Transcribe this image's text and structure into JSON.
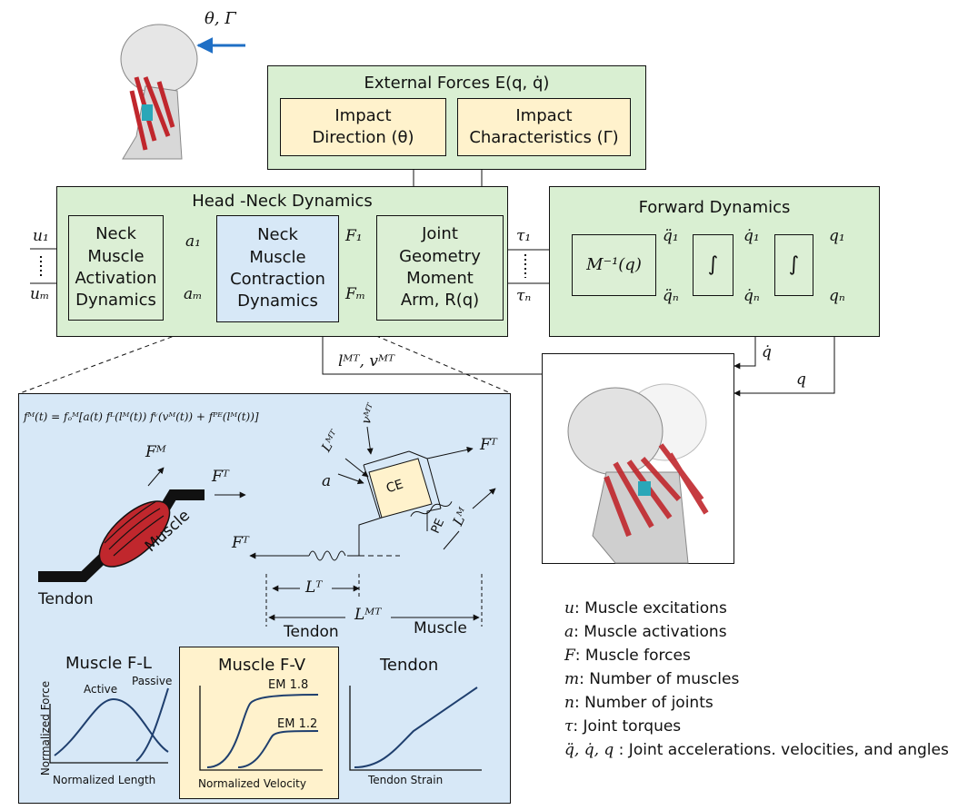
{
  "external_forces": {
    "title": "External Forces E(q, q̇)",
    "impact_direction": "Impact\nDirection (θ)",
    "impact_characteristics": "Impact\nCharacteristics (Γ)"
  },
  "head_neck": {
    "title": "Head -Neck Dynamics",
    "activation": "Neck\nMuscle\nActivation\nDynamics",
    "contraction": "Neck\nMuscle\nContraction\nDynamics",
    "joint": "Joint\nGeometry\nMoment\nArm, R(q)"
  },
  "forward": {
    "title": "Forward Dynamics",
    "mass": "M⁻¹(q)",
    "integral": "∫"
  },
  "signals": {
    "theta_gamma": "θ, Γ",
    "u1": "u₁",
    "um": "uₘ",
    "a1": "a₁",
    "am": "aₘ",
    "F1": "F₁",
    "Fm": "Fₘ",
    "tau1": "τ₁",
    "taun": "τₙ",
    "qdd1": "q̈₁",
    "qddn": "q̈ₙ",
    "qd1": "q̇₁",
    "qdn": "q̇ₙ",
    "q1": "q₁",
    "qn": "qₙ",
    "qdot": "q̇",
    "q": "q",
    "lmt_vmt": "lᴹᵀ,  vᴹᵀ"
  },
  "muscle_model": {
    "equation": "fᴹ(t) = fₒᴹ[a(t) fᴸ(lᴹ(t)) fᵛ(vᴹ(t)) + fᴾᴱ(lᴹ(t))]",
    "FM": "Fᴹ",
    "FT": "Fᵀ",
    "FT2": "Fᵀ",
    "FT3": "Fᵀ",
    "muscle": "Muscle",
    "tendon": "Tendon",
    "a": "a",
    "LMT_in": "Lᴹᵀ",
    "vMT_in": "vᴹᵀ",
    "CE": "CE",
    "PE": "PE",
    "LM": "Lᴹ",
    "LT": "Lᵀ",
    "LMT": "Lᴹᵀ",
    "tendon_label": "Tendon",
    "muscle_label": "Muscle"
  },
  "plots": {
    "fl_title": "Muscle F-L",
    "fl_active": "Active",
    "fl_passive": "Passive",
    "fl_ylabel": "Normalized Force",
    "fl_xlabel": "Normalized Length",
    "fv_title": "Muscle F-V",
    "fv_em18": "EM 1.8",
    "fv_em12": "EM 1.2",
    "fv_xlabel": "Normalized Velocity",
    "t_title": "Tendon",
    "t_xlabel": "Tendon Strain"
  },
  "legend": [
    {
      "sym": "u",
      "text": ": Muscle excitations"
    },
    {
      "sym": "a",
      "text": ": Muscle activations"
    },
    {
      "sym": "F",
      "text": ": Muscle forces"
    },
    {
      "sym": "m",
      "text": ": Number of muscles"
    },
    {
      "sym": "n",
      "text": ": Number of joints"
    },
    {
      "sym": "τ",
      "text": ": Joint torques"
    },
    {
      "sym": "q̈, q̇, q",
      "text": " : Joint accelerations. velocities, and angles"
    }
  ],
  "colors": {
    "green": "#d9efd2",
    "yellow": "#fff2cc",
    "blue": "#d7e8f7",
    "arrow_blue": "#1f6fc5",
    "muscle_red": "#c0272d",
    "red_text": "#d0021b"
  }
}
